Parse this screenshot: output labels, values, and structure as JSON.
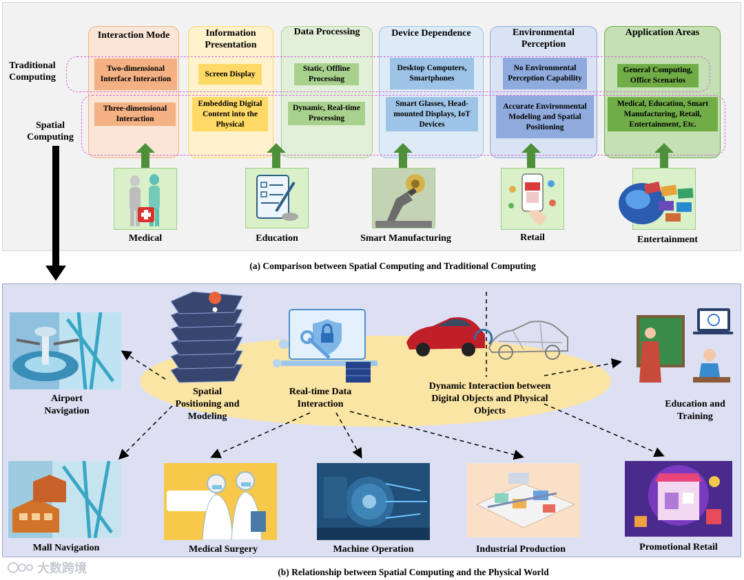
{
  "traditional_label": "Traditional Computing",
  "spatial_label": "Spatial Computing",
  "columns": [
    {
      "title": "Interaction Mode",
      "traditional": "Two-dimensional Interface Interaction",
      "spatial": "Three-dimensional Interaction"
    },
    {
      "title": "Information Presentation",
      "traditional": "Screen Display",
      "spatial": "Embedding Digital Content into the Physical"
    },
    {
      "title": "Data Processing",
      "traditional": "Static, Offline Processing",
      "spatial": "Dynamic, Real-time Processing"
    },
    {
      "title": "Device Dependence",
      "traditional": "Desktop Computers, Smartphones",
      "spatial": "Smart Glasses, Head-mounted Displays, IoT Devices"
    },
    {
      "title": "Environmental Perception",
      "traditional": "No Environmental Perception Capability",
      "spatial": "Accurate Environmental Modeling and Spatial Positioning"
    },
    {
      "title": "Application Areas",
      "traditional": "General Computing, Office Scenarios",
      "spatial": "Medical, Education, Smart Manufacturing, Retail, Entertainment, Etc."
    }
  ],
  "domains": [
    "Medical",
    "Education",
    "Smart Manufacturing",
    "Retail",
    "Entertainment"
  ],
  "caption_a": "(a) Comparison between Spatial Computing and Traditional Computing",
  "core": {
    "spatial_positioning": "Spatial Positioning and Modeling",
    "realtime_data": "Real-time Data Interaction",
    "dynamic_interaction": "Dynamic Interaction between Digital Objects and Physical Objects"
  },
  "applications": {
    "airport": "Airport Navigation",
    "mall": "Mall Navigation",
    "medical_surgery": "Medical Surgery",
    "machine_operation": "Machine Operation",
    "industrial_production": "Industrial Production",
    "promotional_retail": "Promotional Retail",
    "education_training": "Education and Training"
  },
  "caption_b": "(b) Relationship between Spatial Computing and the Physical World",
  "watermark": "大数跨境",
  "colors": {
    "col1_bg": "#fbe5d6",
    "col1_border": "#f4b183",
    "col1_cell": "#f4b183",
    "col2_bg": "#fff2cc",
    "col2_border": "#ffd966",
    "col2_cell": "#ffd966",
    "col3_bg": "#e2f0d9",
    "col3_border": "#a9d18e",
    "col3_cell": "#a9d18e",
    "col4_bg": "#deebf7",
    "col4_border": "#9dc3e6",
    "col4_cell": "#9dc3e6",
    "col5_bg": "#dae3f3",
    "col5_border": "#8faadc",
    "col5_cell": "#8faadc",
    "col6_bg": "#c5e0b4",
    "col6_border": "#70ad47",
    "col6_cell": "#70ad47",
    "arrow_green": "#4e8f3a",
    "dash_purple": "#d06ad6",
    "ellipse": "#fbe5a4",
    "panel_b_bg": "#dde0f2"
  }
}
